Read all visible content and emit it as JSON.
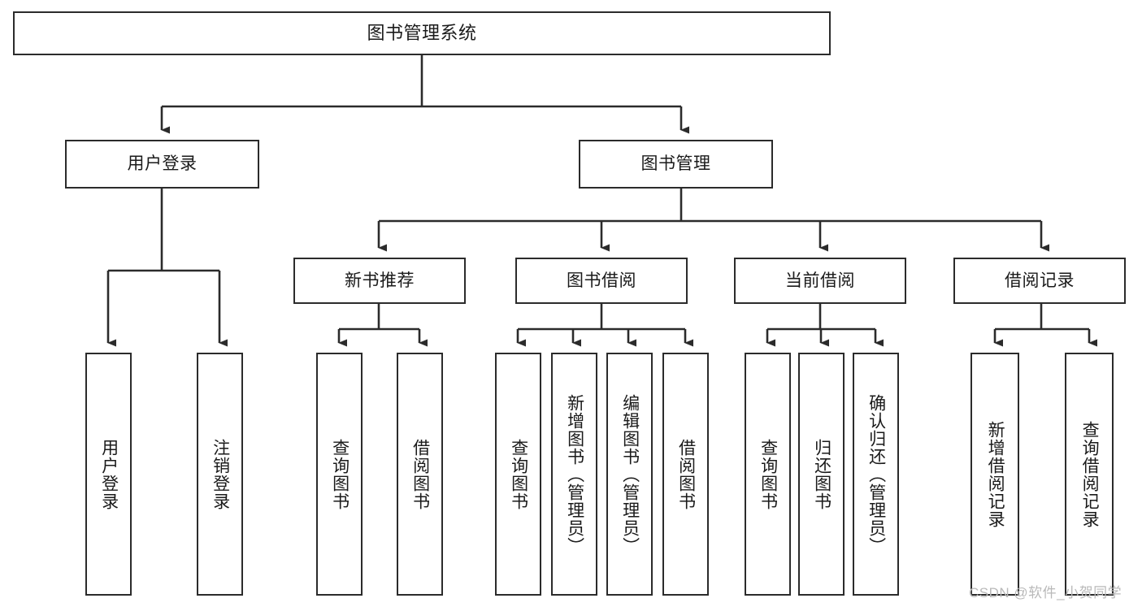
{
  "diagram": {
    "title": "图书管理系统",
    "type": "tree-hierarchy",
    "watermark": "CSDN @软件_小贺同学",
    "root": {
      "id": "root",
      "label": "图书管理系统"
    },
    "level2": [
      {
        "id": "user-login",
        "label": "用户登录"
      },
      {
        "id": "book-manage",
        "label": "图书管理"
      }
    ],
    "level3": [
      {
        "id": "new-book-rec",
        "label": "新书推荐"
      },
      {
        "id": "book-borrow",
        "label": "图书借阅"
      },
      {
        "id": "current-borrow",
        "label": "当前借阅"
      },
      {
        "id": "borrow-record",
        "label": "借阅记录"
      }
    ],
    "leaves": {
      "user_login": [
        {
          "id": "leaf-user-login",
          "label": "用户登录"
        },
        {
          "id": "leaf-logout",
          "label": "注销登录"
        }
      ],
      "new_book_rec": [
        {
          "id": "leaf-query-book-1",
          "label": "查询图书"
        },
        {
          "id": "leaf-borrow-book-1",
          "label": "借阅图书"
        }
      ],
      "book_borrow": [
        {
          "id": "leaf-query-book-2",
          "label": "查询图书"
        },
        {
          "id": "leaf-add-book",
          "label": "新增图书（管理员）"
        },
        {
          "id": "leaf-edit-book",
          "label": "编辑图书（管理员）"
        },
        {
          "id": "leaf-borrow-book-2",
          "label": "借阅图书"
        }
      ],
      "current_borrow": [
        {
          "id": "leaf-query-book-3",
          "label": "查询图书"
        },
        {
          "id": "leaf-return-book",
          "label": "归还图书"
        },
        {
          "id": "leaf-confirm-return",
          "label": "确认归还（管理员）"
        }
      ],
      "borrow_record": [
        {
          "id": "leaf-add-record",
          "label": "新增借阅记录"
        },
        {
          "id": "leaf-query-record",
          "label": "查询借阅记录"
        }
      ]
    },
    "colors": {
      "border": "#2b2b2b",
      "background": "#ffffff",
      "text": "#1a1a1a",
      "watermark": "#b9b9b9"
    }
  }
}
